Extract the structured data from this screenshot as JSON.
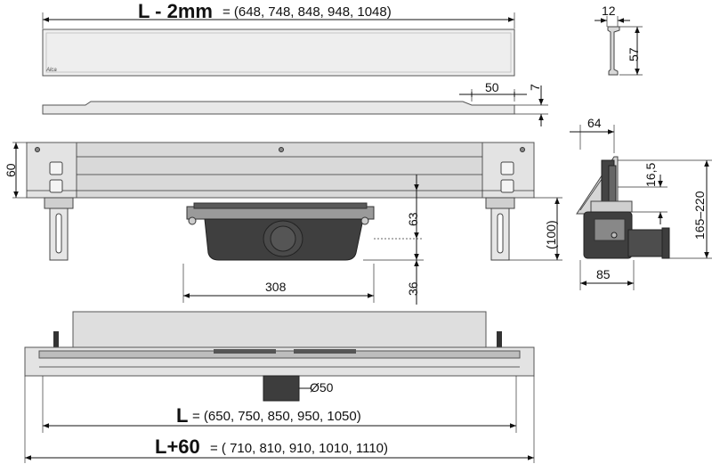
{
  "top_view": {
    "length_label": "L - 2mm",
    "length_values": "= (648, 748, 848, 948, 1048)",
    "logo_text": "Alca"
  },
  "profile_view": {
    "width": "12",
    "height": "57"
  },
  "cover_plate": {
    "offset": "50",
    "thickness": "7"
  },
  "side_view": {
    "height_left": "60",
    "outlet_height": "63",
    "total_height": "(100)",
    "below_height": "36",
    "drain_width": "308"
  },
  "section_view": {
    "top_width": "64",
    "outlet_offset": "16,5",
    "height_range": "165–220",
    "bottom_width": "85"
  },
  "bottom_view": {
    "pipe_diameter": "Ø50",
    "length_label": "L",
    "length_values": "= (650, 750, 850, 950, 1050)",
    "total_label": "L+60",
    "total_values": "= ( 710, 810, 910, 1010, 1110)"
  }
}
